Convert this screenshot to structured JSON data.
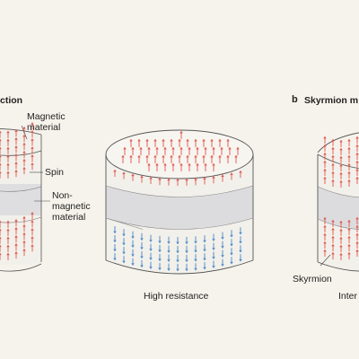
{
  "panel_a": {
    "title": "ction",
    "label_magnetic_material": "Magnetic\nmaterial",
    "label_spin": "Spin",
    "label_nonmagnetic": "Non-\nmagnetic\nmaterial"
  },
  "panel_middle": {
    "caption": "High resistance"
  },
  "panel_b": {
    "letter": "b",
    "title": "Skyrmion m",
    "label_skyrmion": "Skyrmion",
    "caption_partial": "Inter"
  },
  "colors": {
    "background": "#f6f3ec",
    "spin_up": "#e0554d",
    "spin_down": "#4a86c8",
    "spacer_layer": "#d8d8dc",
    "outline": "#555555"
  },
  "icons": [
    "up-arrow-spin-icon",
    "down-arrow-spin-icon"
  ]
}
